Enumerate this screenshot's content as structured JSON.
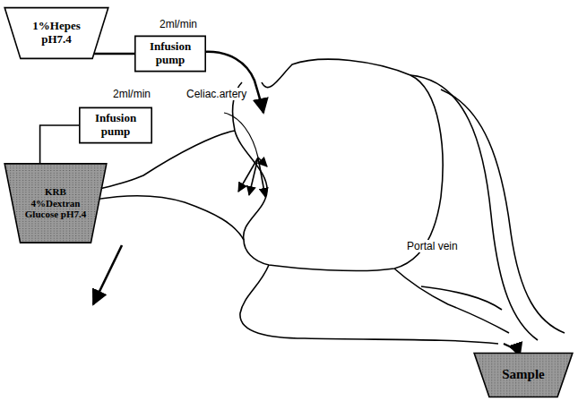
{
  "diagram": {
    "nodes": [
      {
        "text": [
          "1%Hepes pH7.4"
        ]
      },
      {
        "text": [
          "Infusion pump"
        ]
      },
      {
        "text": [
          "Infusion pump"
        ]
      },
      {
        "text": [
          "KRB 4%Dextran Glucose pH7.4"
        ]
      },
      {
        "text": [
          "Sample"
        ]
      }
    ],
    "edges": [
      {
        "from": 0,
        "to": 1,
        "arrow": "none"
      },
      {
        "from": 3,
        "to": 2,
        "arrow": "none"
      }
    ],
    "labels": [
      "2ml/min",
      "2ml/min",
      "Celiac.artery",
      "Portal vein"
    ]
  }
}
